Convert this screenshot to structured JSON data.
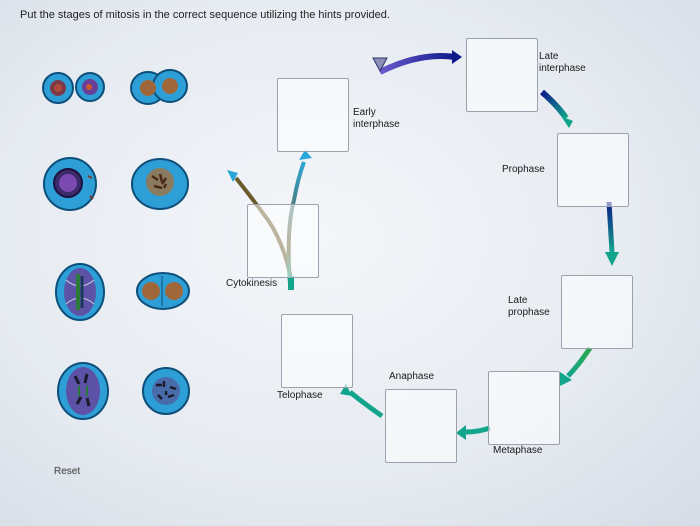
{
  "instruction": "Put the stages of mitosis in the correct sequence utilizing the hints provided.",
  "labels": {
    "late_interphase": "Late\ninterphase",
    "early_interphase": "Early\ninterphase",
    "prophase": "Prophase",
    "cytokinesis": "Cytokinesis",
    "late_prophase": "Late\nprophase",
    "anaphase": "Anaphase",
    "telophase": "Telophase",
    "metaphase": "Metaphase"
  },
  "reset_label": "Reset",
  "colors": {
    "arrow_dark": "#1e2a8a",
    "arrow_teal": "#12a58c",
    "arrow_olive": "#6b5a2a",
    "cell_blue": "#2e9fd6",
    "nucleus_purple": "#6a3f9a"
  }
}
